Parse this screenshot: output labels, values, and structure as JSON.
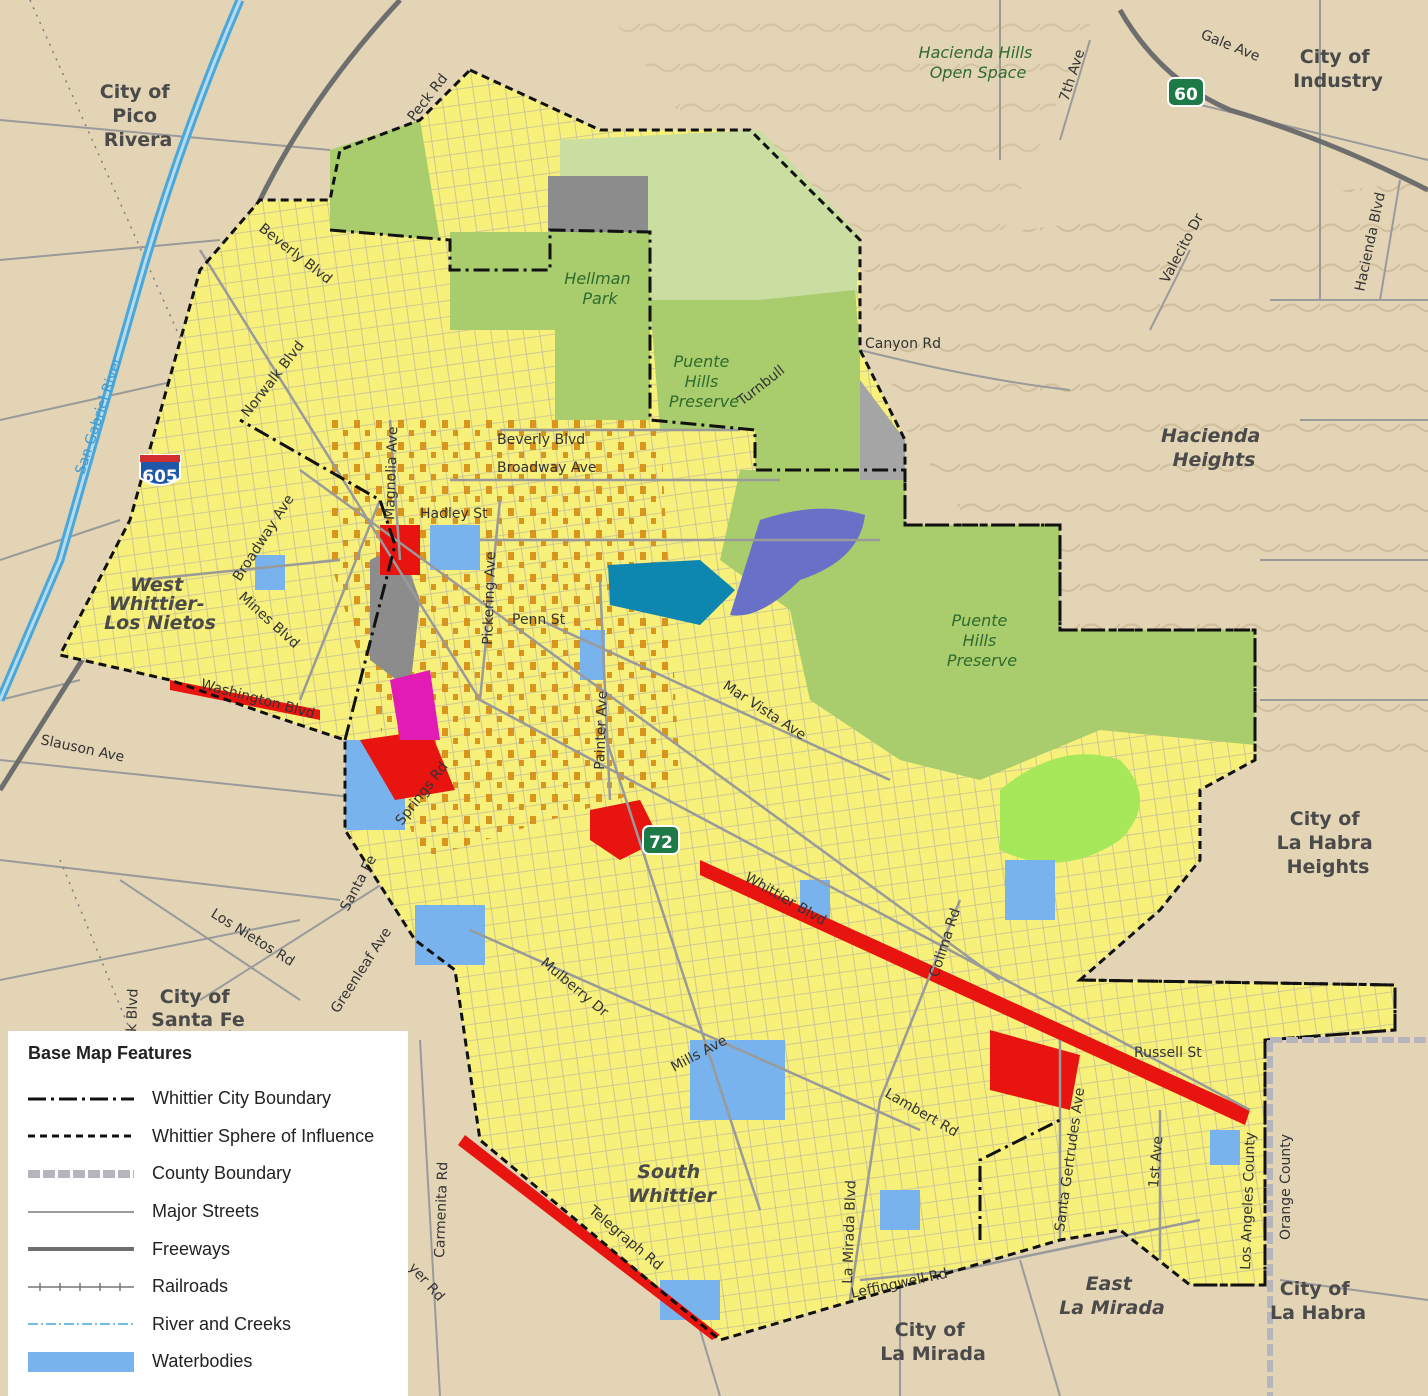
{
  "places": {
    "pico_rivera": [
      "City of",
      "Pico",
      "Rivera"
    ],
    "industry": [
      "City of",
      "Industry"
    ],
    "hacienda_heights": [
      "Hacienda",
      "Heights"
    ],
    "la_habra_heights": [
      "City of",
      "La Habra",
      "Heights"
    ],
    "west_whittier": [
      "West",
      "Whittier-",
      "Los Nietos"
    ],
    "santa_fe": [
      "City of",
      "Santa Fe"
    ],
    "south_whittier": [
      "South",
      "Whittier"
    ],
    "east_la_mirada": [
      "East",
      "La Mirada"
    ],
    "la_mirada": [
      "City of",
      "La Mirada"
    ],
    "la_habra": [
      "City of",
      "La Habra"
    ]
  },
  "parks": {
    "hacienda_hills": [
      "Hacienda Hills",
      "Open Space"
    ],
    "hellman": [
      "Hellman",
      "Park"
    ],
    "puente_north": [
      "Puente",
      "Hills",
      "Preserve"
    ],
    "puente_south": [
      "Puente",
      "Hills",
      "Preserve"
    ]
  },
  "streets": {
    "gale": "Gale Ave",
    "seventh": "7th Ave",
    "peck": "Peck Rd",
    "valecito": "Valecito Dr",
    "hacienda_blvd": "Hacienda Blvd",
    "canyon": "Canyon Rd",
    "turnbull": "Turnbull",
    "beverly_west": "Beverly Blvd",
    "norwalk": "Norwalk Blvd",
    "beverly": "Beverly Blvd",
    "broadway": "Broadway Ave",
    "magnolia": "Magnolia Ave",
    "hadley": "Hadley St",
    "pickering": "Pickering Ave",
    "penn": "Penn St",
    "broadway_west": "Broadway Ave",
    "mines": "Mines Blvd",
    "washington": "Washington Blvd",
    "painter": "Painter Ave",
    "mar_vista": "Mar Vista Ave",
    "slauson": "Slauson Ave",
    "springs": "Springs Rd",
    "santa_fe_st": "Santa Fe",
    "whittier_blvd": "Whittier Blvd",
    "colima": "Colima Rd",
    "los_nietos": "Los Nietos Rd",
    "greenleaf": "Greenleaf Ave",
    "mulberry": "Mulberry Dr",
    "mills": "Mills Ave",
    "lambert": "Lambert Rd",
    "russell": "Russell St",
    "santa_gertrudes": "Santa Gertrudes Ave",
    "first_ave": "1st Ave",
    "la_county": "Los Angeles County",
    "orange_county": "Orange County",
    "carmenita": "Carmenita Rd",
    "telegraph": "Telegraph Rd",
    "mirada": "La Mirada Blvd",
    "leffingwell": "Leffingwell Rd",
    "valley_view": "yer Rd",
    "lk_blvd": "k Blvd"
  },
  "river": "San Gabriel River",
  "shields": {
    "i605": "605",
    "sr60": "60",
    "sr72": "72"
  },
  "legend": {
    "title": "Base Map Features",
    "items": [
      {
        "label": "Whittier City Boundary",
        "kind": "dashdot"
      },
      {
        "label": "Whittier Sphere of Influence",
        "kind": "dashed"
      },
      {
        "label": "County Boundary",
        "kind": "county"
      },
      {
        "label": "Major Streets",
        "kind": "street"
      },
      {
        "label": "Freeways",
        "kind": "freeway"
      },
      {
        "label": "Railroads",
        "kind": "rail"
      },
      {
        "label": "River and Creeks",
        "kind": "river"
      },
      {
        "label": "Waterbodies",
        "kind": "water"
      }
    ]
  },
  "colors": {
    "background": "#e3d4b6",
    "residential": "#f7f07a",
    "open_space": "#a9cc6c",
    "light_green": "#c9dea0",
    "commercial": "#e8140f",
    "orange": "#d78b12",
    "water": "#78b3ee",
    "gray": "#8c8c8c",
    "magenta": "#e21bb5",
    "lake": "#0e87b0",
    "purple_lake": "#6870c8"
  }
}
